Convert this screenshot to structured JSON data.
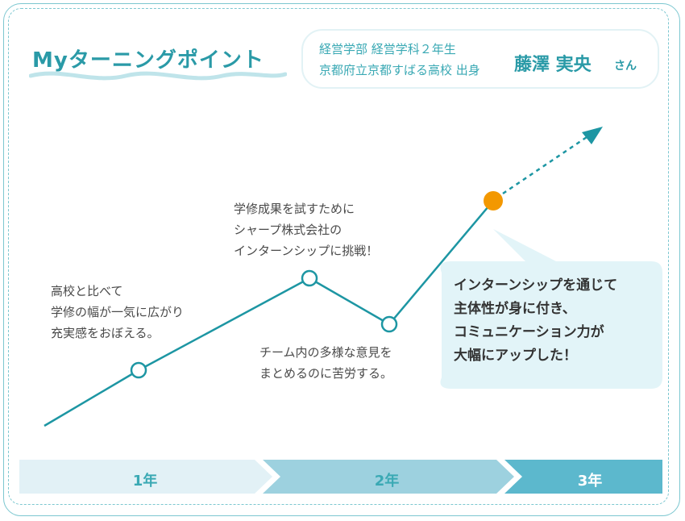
{
  "title": "Myターニングポイント",
  "student": {
    "department": "経営学部 経営学科２年生",
    "high_school": "京都府立京都すばる高校 出身",
    "name": "藤澤 実央",
    "honorific": "さん"
  },
  "annotations": [
    {
      "lines": [
        "高校と比べて",
        "学修の幅が一気に広がり",
        "充実感をおぼえる。"
      ]
    },
    {
      "lines": [
        "学修成果を試すために",
        "シャープ株式会社の",
        "インターンシップに挑戦！"
      ]
    },
    {
      "lines": [
        "チーム内の多様な意見を",
        "まとめるのに苦労する。"
      ]
    }
  ],
  "speech": {
    "lines": [
      "インターンシップを通じて",
      "主体性が身に付き、",
      "コミュニケーション力が",
      "大幅にアップした！"
    ]
  },
  "timeline": {
    "years": [
      "1年",
      "2年",
      "3年"
    ],
    "colors": [
      "#e2f1f6",
      "#9dd1df",
      "#5cb8cd"
    ]
  },
  "colors": {
    "accent": "#2a9aa7",
    "line": "#1d96a3",
    "highlight_dot": "#f39800",
    "speech_bubble": "#e2f4f8"
  }
}
